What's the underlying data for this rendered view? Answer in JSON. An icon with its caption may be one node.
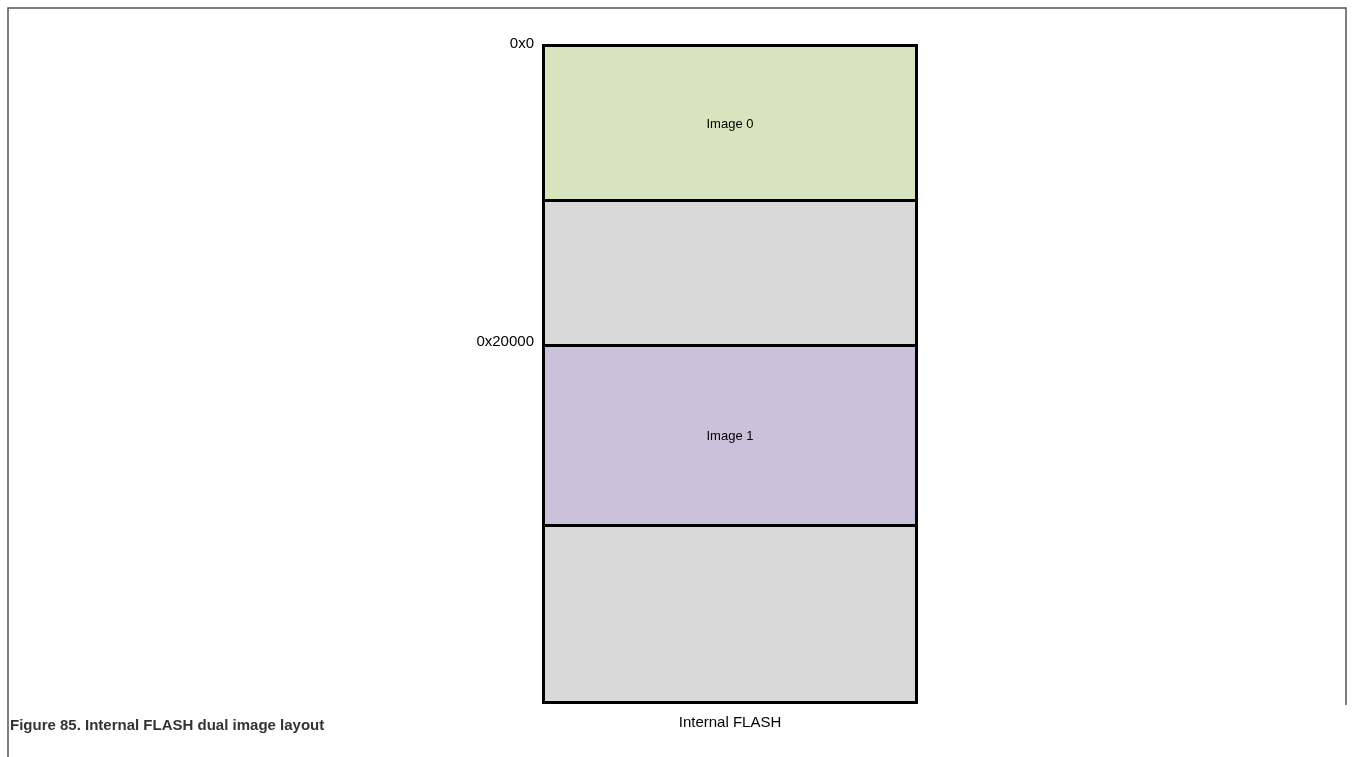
{
  "diagram": {
    "caption": "Figure 85. Internal FLASH dual image layout",
    "nodes": [
      {
        "text": [
          "Internal FLASH"
        ]
      },
      {
        "text": [
          "Image 0"
        ],
        "in": 0
      },
      {
        "text": [],
        "shape": "box",
        "in": 0
      },
      {
        "text": [
          "Image 1"
        ],
        "in": 0
      },
      {
        "text": [],
        "shape": "box",
        "in": 0
      }
    ],
    "edges": [],
    "labels": [
      "0x0",
      "0x20000"
    ]
  }
}
